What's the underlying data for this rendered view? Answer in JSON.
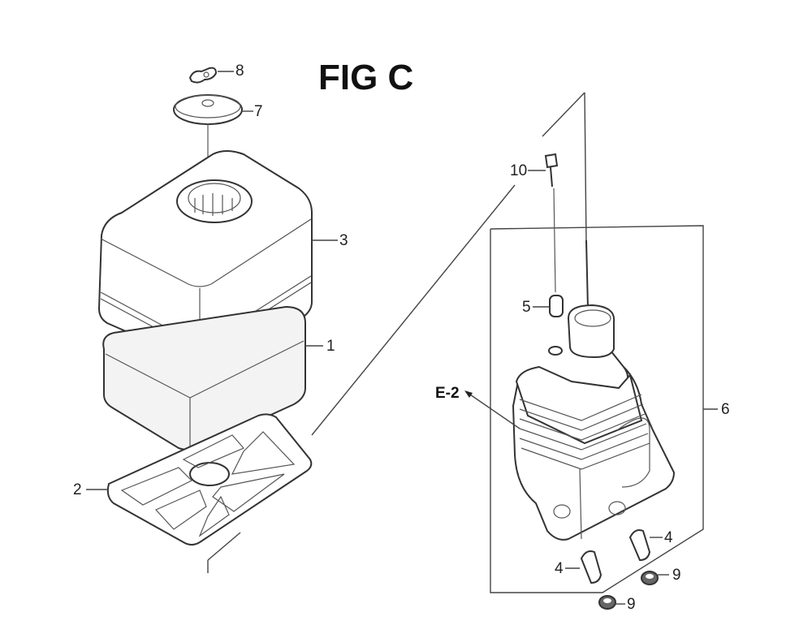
{
  "figure": {
    "title": "FIG C",
    "reference_label": "E-2",
    "callouts": [
      {
        "id": "c8",
        "text": "8"
      },
      {
        "id": "c7",
        "text": "7"
      },
      {
        "id": "c3",
        "text": "3"
      },
      {
        "id": "c1",
        "text": "1"
      },
      {
        "id": "c2",
        "text": "2"
      },
      {
        "id": "c10",
        "text": "10"
      },
      {
        "id": "c5",
        "text": "5"
      },
      {
        "id": "c6",
        "text": "6"
      },
      {
        "id": "c4a",
        "text": "4"
      },
      {
        "id": "c4b",
        "text": "4"
      },
      {
        "id": "c9a",
        "text": "9"
      },
      {
        "id": "c9b",
        "text": "9"
      }
    ]
  }
}
